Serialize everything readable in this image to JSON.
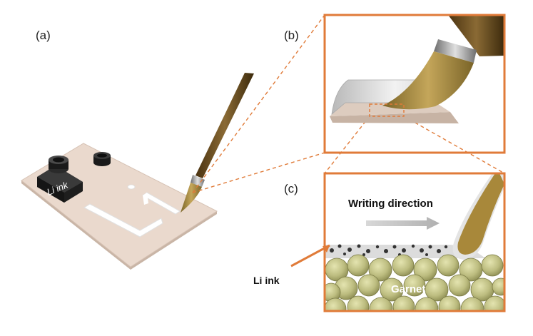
{
  "labels": {
    "panel_a": "(a)",
    "panel_b": "(b)",
    "panel_c": "(c)",
    "ink_bottle": "Li ink",
    "writing_direction": "Writing direction",
    "li_ink": "Li ink",
    "garnet": "Garnet"
  },
  "colors": {
    "frame": "#e07b39",
    "substrate": "#e8d8cc",
    "brush_handle": "#6b4a1e",
    "brush_tip": "#a8883a",
    "ferrule": "#b8b8b8",
    "garnet": "#c8c88c",
    "li_particles": "#333333"
  }
}
